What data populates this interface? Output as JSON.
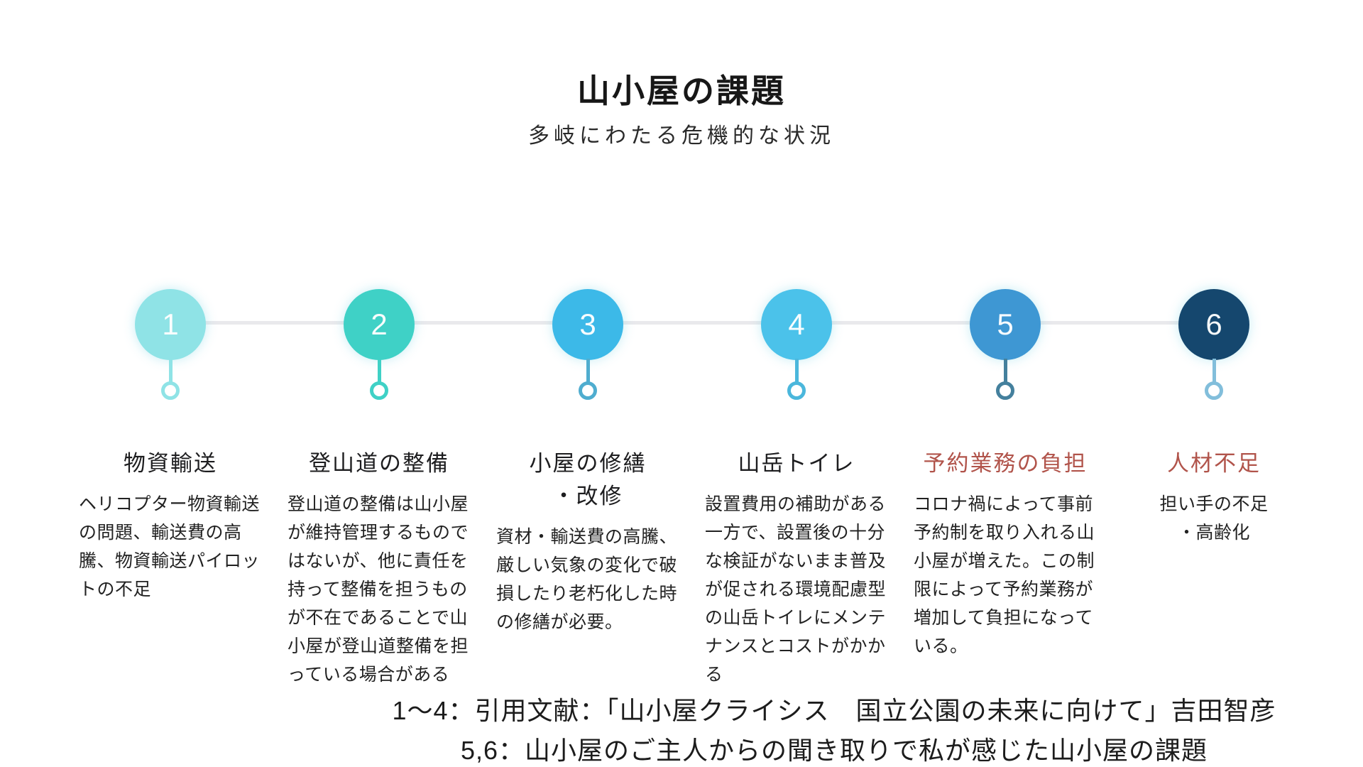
{
  "header": {
    "title": "山小屋の課題",
    "subtitle": "多岐にわたる危機的な状況"
  },
  "colors": {
    "connector": "#e9e9ec",
    "text": "#1d1d1f",
    "alert_red": "#b1544b",
    "white": "#ffffff"
  },
  "items": [
    {
      "number": "1",
      "circle_color": "#8fe3e6",
      "stem_color": "#8fe3e6",
      "title": "物資輸送",
      "title_color": "#1d1d1f",
      "desc": "ヘリコプター物資輸送\nの問題、輸送費の高\n騰、物資輸送パイロッ\nトの不足",
      "desc_align": "left"
    },
    {
      "number": "2",
      "circle_color": "#3fd1c6",
      "stem_color": "#3fd1c6",
      "title": "登山道の整備",
      "title_color": "#1d1d1f",
      "desc": "登山道の整備は山小屋\nが維持管理するもので\nはないが、他に責任を\n持って整備を担うもの\nが不在であることで山\n小屋が登山道整備を担\nっている場合がある",
      "desc_align": "left"
    },
    {
      "number": "3",
      "circle_color": "#3cb9e8",
      "stem_color": "#4fadcf",
      "title": "小屋の修繕\n・改修",
      "title_color": "#1d1d1f",
      "desc": "資材・輸送費の高騰、\n厳しい気象の変化で破\n損したり老朽化した時\nの修繕が必要。",
      "desc_align": "left"
    },
    {
      "number": "4",
      "circle_color": "#4bc2ea",
      "stem_color": "#4bb7dc",
      "title": "山岳トイレ",
      "title_color": "#1d1d1f",
      "desc": "設置費用の補助がある\n一方で、設置後の十分\nな検証がないまま普及\nが促される環境配慮型\nの山岳トイレにメンテ\nナンスとコストがかか\nる",
      "desc_align": "left"
    },
    {
      "number": "5",
      "circle_color": "#3e97d3",
      "stem_color": "#44809d",
      "title": "予約業務の負担",
      "title_color": "#b1544b",
      "desc": "コロナ禍によって事前\n予約制を取り入れる山\n小屋が増えた。この制\n限によって予約業務が\n増加して負担になって\nいる。",
      "desc_align": "left"
    },
    {
      "number": "6",
      "circle_color": "#15476e",
      "stem_color": "#82bedb",
      "title": "人材不足",
      "title_color": "#b1544b",
      "desc": "担い手の不足\n・高齢化",
      "desc_align": "center"
    }
  ],
  "footer": {
    "line1": "1〜4：引用文献：「山小屋クライシス　国立公園の未来に向けて」吉田智彦",
    "line2": "5,6：山小屋のご主人からの聞き取りで私が感じた山小屋の課題"
  }
}
